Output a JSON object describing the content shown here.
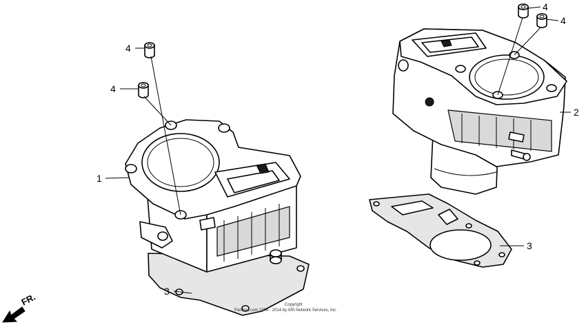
{
  "diagram": {
    "callouts": [
      {
        "id": "c1",
        "label": "1"
      },
      {
        "id": "c2",
        "label": "2"
      },
      {
        "id": "c3a",
        "label": "3"
      },
      {
        "id": "c3b",
        "label": "3"
      },
      {
        "id": "c4a",
        "label": "4"
      },
      {
        "id": "c4b",
        "label": "4"
      },
      {
        "id": "c4c",
        "label": "4"
      },
      {
        "id": "c4d",
        "label": "4"
      }
    ],
    "direction_label": "FR.",
    "copyright_line1": "Copyright",
    "copyright_line2": "Partzilla.com 2004 - 2014 by ARI Network Services, Inc."
  }
}
